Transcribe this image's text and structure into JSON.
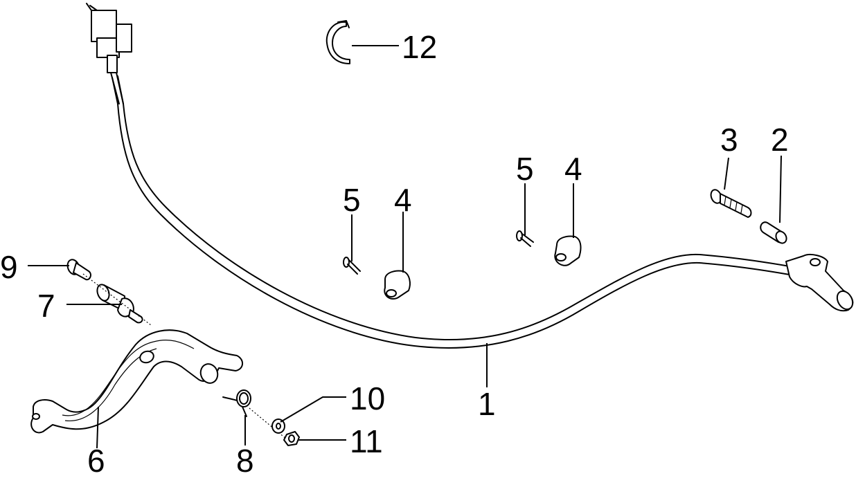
{
  "diagram": {
    "labels": {
      "part_1": "1",
      "part_2": "2",
      "part_3": "3",
      "part_4a": "4",
      "part_4b": "4",
      "part_5a": "5",
      "part_5b": "5",
      "part_6": "6",
      "part_7": "7",
      "part_8": "8",
      "part_9": "9",
      "part_10": "10",
      "part_11": "11",
      "part_12": "12"
    }
  }
}
